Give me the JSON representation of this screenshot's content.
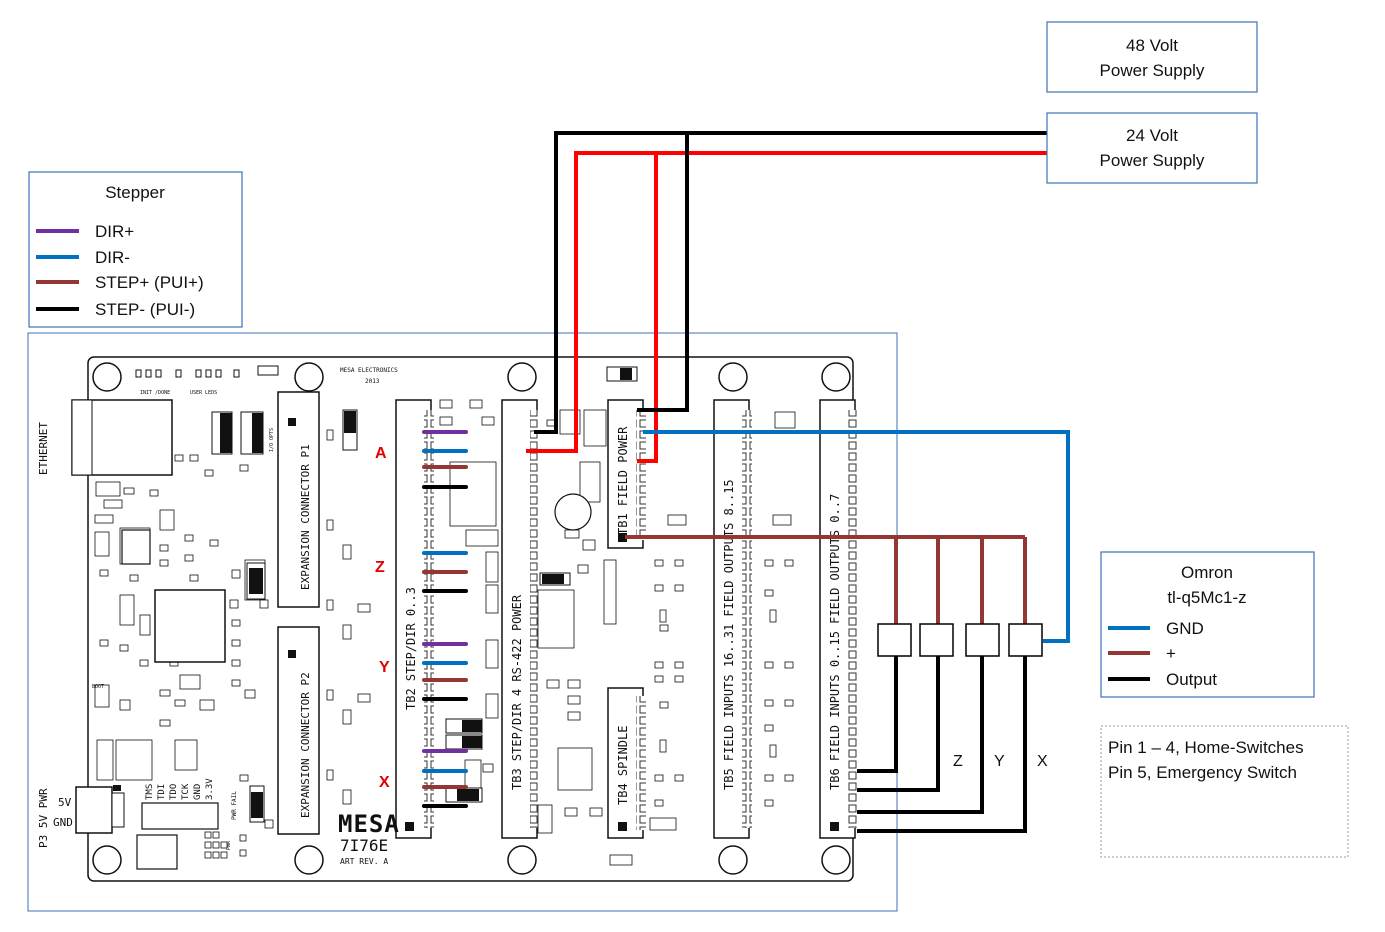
{
  "power_supplies": [
    {
      "line1": "48 Volt",
      "line2": "Power Supply"
    },
    {
      "line1": "24 Volt",
      "line2": "Power Supply"
    }
  ],
  "stepper_legend": {
    "title": "Stepper",
    "items": [
      {
        "label": "DIR+",
        "color": "#7030a0"
      },
      {
        "label": "DIR-",
        "color": "#0070c0"
      },
      {
        "label": "STEP+ (PUI+)",
        "color": "#943634"
      },
      {
        "label": "STEP- (PUI-)",
        "color": "#000000"
      }
    ]
  },
  "omron_legend": {
    "title_line1": "Omron",
    "title_line2": "tl-q5Mc1-z",
    "items": [
      {
        "label": "GND",
        "color": "#0070c0"
      },
      {
        "label": "+",
        "color": "#943634"
      },
      {
        "label": "Output",
        "color": "#000000"
      }
    ]
  },
  "pin_note": {
    "line1": "Pin 1 – 4, Home-Switches",
    "line2": "Pin 5, Emergency Switch"
  },
  "axis_letters_board": [
    "A",
    "Z",
    "Y",
    "X"
  ],
  "axis_letters_switches": [
    "Z",
    "Y",
    "X"
  ],
  "board": {
    "ethernet": "ETHERNET",
    "mesa_electronics": "MESA ELECTRONICS",
    "year": "2013",
    "init_done": "INIT /DONE",
    "user_leds": "USER LEDS",
    "io_opts": "I/O OPTS",
    "expansion_p1": "EXPANSION CONNECTOR P1",
    "expansion_p2": "EXPANSION CONNECTOR P2",
    "tb2": "TB2 STEP/DIR 0..3",
    "tb3": "TB3 STEP/DIR 4 RS-422 POWER",
    "tb1": "TB1 FIELD POWER",
    "tb4": "TB4 SPINDLE",
    "tb5": "TB5 FIELD INPUTS 16..31 FIELD OUTPUTS 8..15",
    "tb6": "TB6 FIELD INPUTS 0..15 FIELD OUTPUTS 0..7",
    "p3": "P3 5V PWR",
    "v5": "5V",
    "gnd": "GND",
    "jtag": [
      "TMS",
      "TDI",
      "TDO",
      "TCK",
      "GND",
      "3.3V"
    ],
    "logo": "MESA",
    "model": "7I76E",
    "art_rev": "ART REV. A",
    "pwr_fail": "PWR FAIL",
    "pwr": "PWR",
    "boot": "BOOT"
  },
  "colors": {
    "purple": "#7030a0",
    "blue": "#0070c0",
    "brown": "#943634",
    "black": "#000000",
    "red": "#ff0000",
    "box_border": "#3b72b5"
  }
}
